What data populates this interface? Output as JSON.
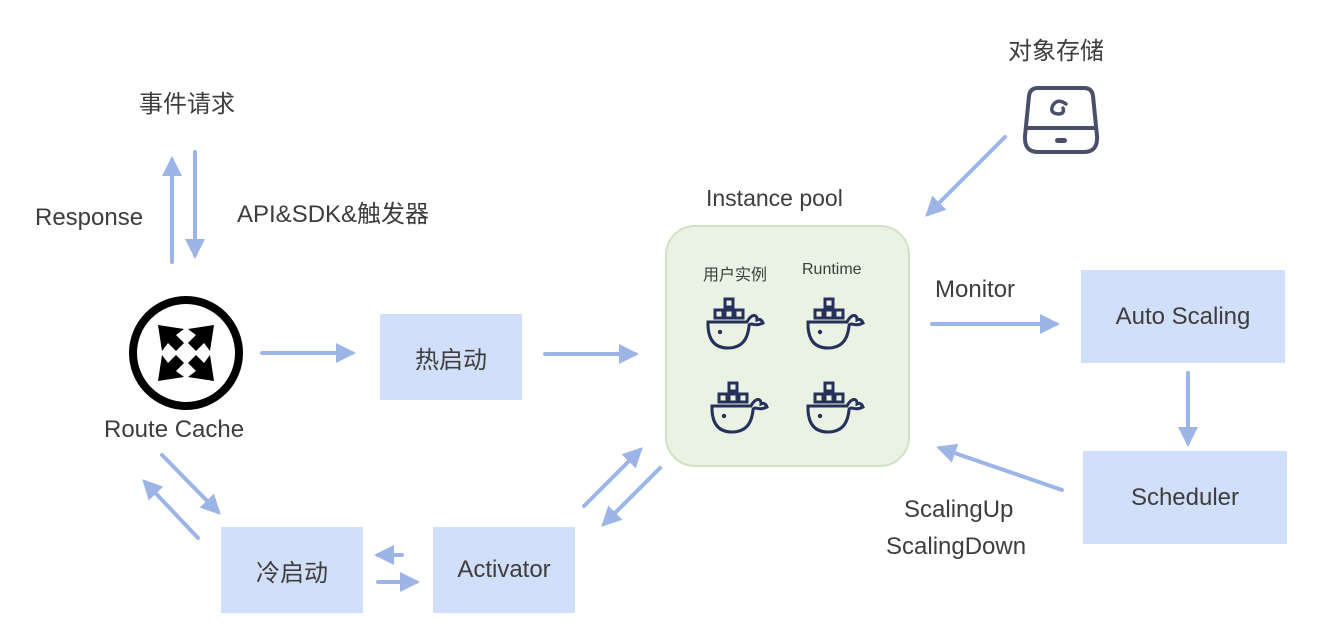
{
  "colors": {
    "arrow": "#9db5e6",
    "box_fill": "#d2dffa",
    "pool_fill": "#e9f2e3",
    "pool_border": "#d3e0c8",
    "icon_stroke": "#2b3252",
    "text": "#3d3d3d"
  },
  "labels": {
    "event_request": "事件请求",
    "response": "Response",
    "api_sdk_trigger": "API&SDK&触发器",
    "route_cache": "Route Cache",
    "object_storage": "对象存储",
    "instance_pool": "Instance pool",
    "monitor": "Monitor",
    "scaling_up": "ScalingUp",
    "scaling_down": "ScalingDown"
  },
  "boxes": {
    "hot_start": "热启动",
    "cold_start": "冷启动",
    "activator": "Activator",
    "auto_scaling": "Auto Scaling",
    "scheduler": "Scheduler"
  },
  "pool": {
    "columns": [
      "用户实例",
      "Runtime"
    ],
    "instance_icon": "docker-whale-icon",
    "instance_count": 4
  },
  "icons": {
    "route_cache": "expand-arrows-circle-icon",
    "object_storage": "storage-drive-icon"
  }
}
